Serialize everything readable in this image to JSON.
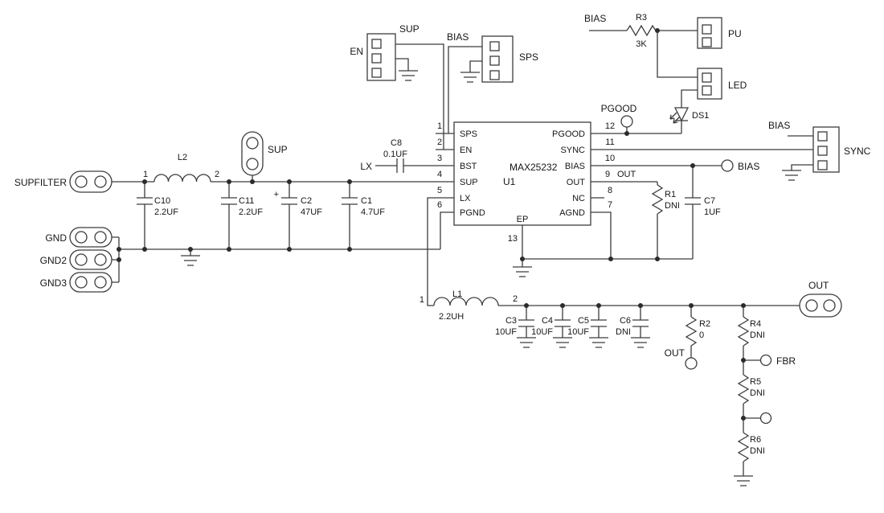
{
  "ic": {
    "part": "MAX25232",
    "refdes": "U1",
    "ep": {
      "num": "13",
      "name": "EP"
    },
    "pins_left": [
      {
        "n": "1",
        "name": "SPS"
      },
      {
        "n": "2",
        "name": "EN"
      },
      {
        "n": "3",
        "name": "BST"
      },
      {
        "n": "4",
        "name": "SUP"
      },
      {
        "n": "5",
        "name": "LX"
      },
      {
        "n": "6",
        "name": "PGND"
      }
    ],
    "pins_right": [
      {
        "n": "12",
        "name": "PGOOD"
      },
      {
        "n": "11",
        "name": "SYNC"
      },
      {
        "n": "10",
        "name": "BIAS"
      },
      {
        "n": "9",
        "name": "OUT"
      },
      {
        "n": "8",
        "name": "NC"
      },
      {
        "n": "7",
        "name": "AGND"
      }
    ]
  },
  "nets": {
    "sup": "SUP",
    "bias": "BIAS",
    "lx": "LX",
    "pgood": "PGOOD",
    "out": "OUT",
    "fbr": "FBR"
  },
  "connectors": {
    "supfilter": "SUPFILTER",
    "sup": "SUP",
    "gnd": "GND",
    "gnd2": "GND2",
    "gnd3": "GND3",
    "out": "OUT",
    "en": "EN",
    "sps": "SPS",
    "pu": "PU",
    "led": "LED",
    "sync": "SYNC"
  },
  "components": {
    "l1": {
      "ref": "L1",
      "val": "2.2UH",
      "n1": "1",
      "n2": "2"
    },
    "l2": {
      "ref": "L2",
      "n1": "1",
      "n2": "2"
    },
    "c1": {
      "ref": "C1",
      "val": "4.7UF"
    },
    "c2": {
      "ref": "C2",
      "val": "47UF",
      "polarity": "+"
    },
    "c3": {
      "ref": "C3",
      "val": "10UF"
    },
    "c4": {
      "ref": "C4",
      "val": "10UF"
    },
    "c5": {
      "ref": "C5",
      "val": "10UF"
    },
    "c6": {
      "ref": "C6",
      "val": "DNI"
    },
    "c7": {
      "ref": "C7",
      "val": "1UF"
    },
    "c8": {
      "ref": "C8",
      "val": "0.1UF"
    },
    "c10": {
      "ref": "C10",
      "val": "2.2UF"
    },
    "c11": {
      "ref": "C11",
      "val": "2.2UF"
    },
    "r1": {
      "ref": "R1",
      "val": "DNI"
    },
    "r2": {
      "ref": "R2",
      "val": "0"
    },
    "r3": {
      "ref": "R3",
      "val": "3K"
    },
    "r4": {
      "ref": "R4",
      "val": "DNI"
    },
    "r5": {
      "ref": "R5",
      "val": "DNI"
    },
    "r6": {
      "ref": "R6",
      "val": "DNI"
    },
    "ds1": {
      "ref": "DS1"
    }
  }
}
